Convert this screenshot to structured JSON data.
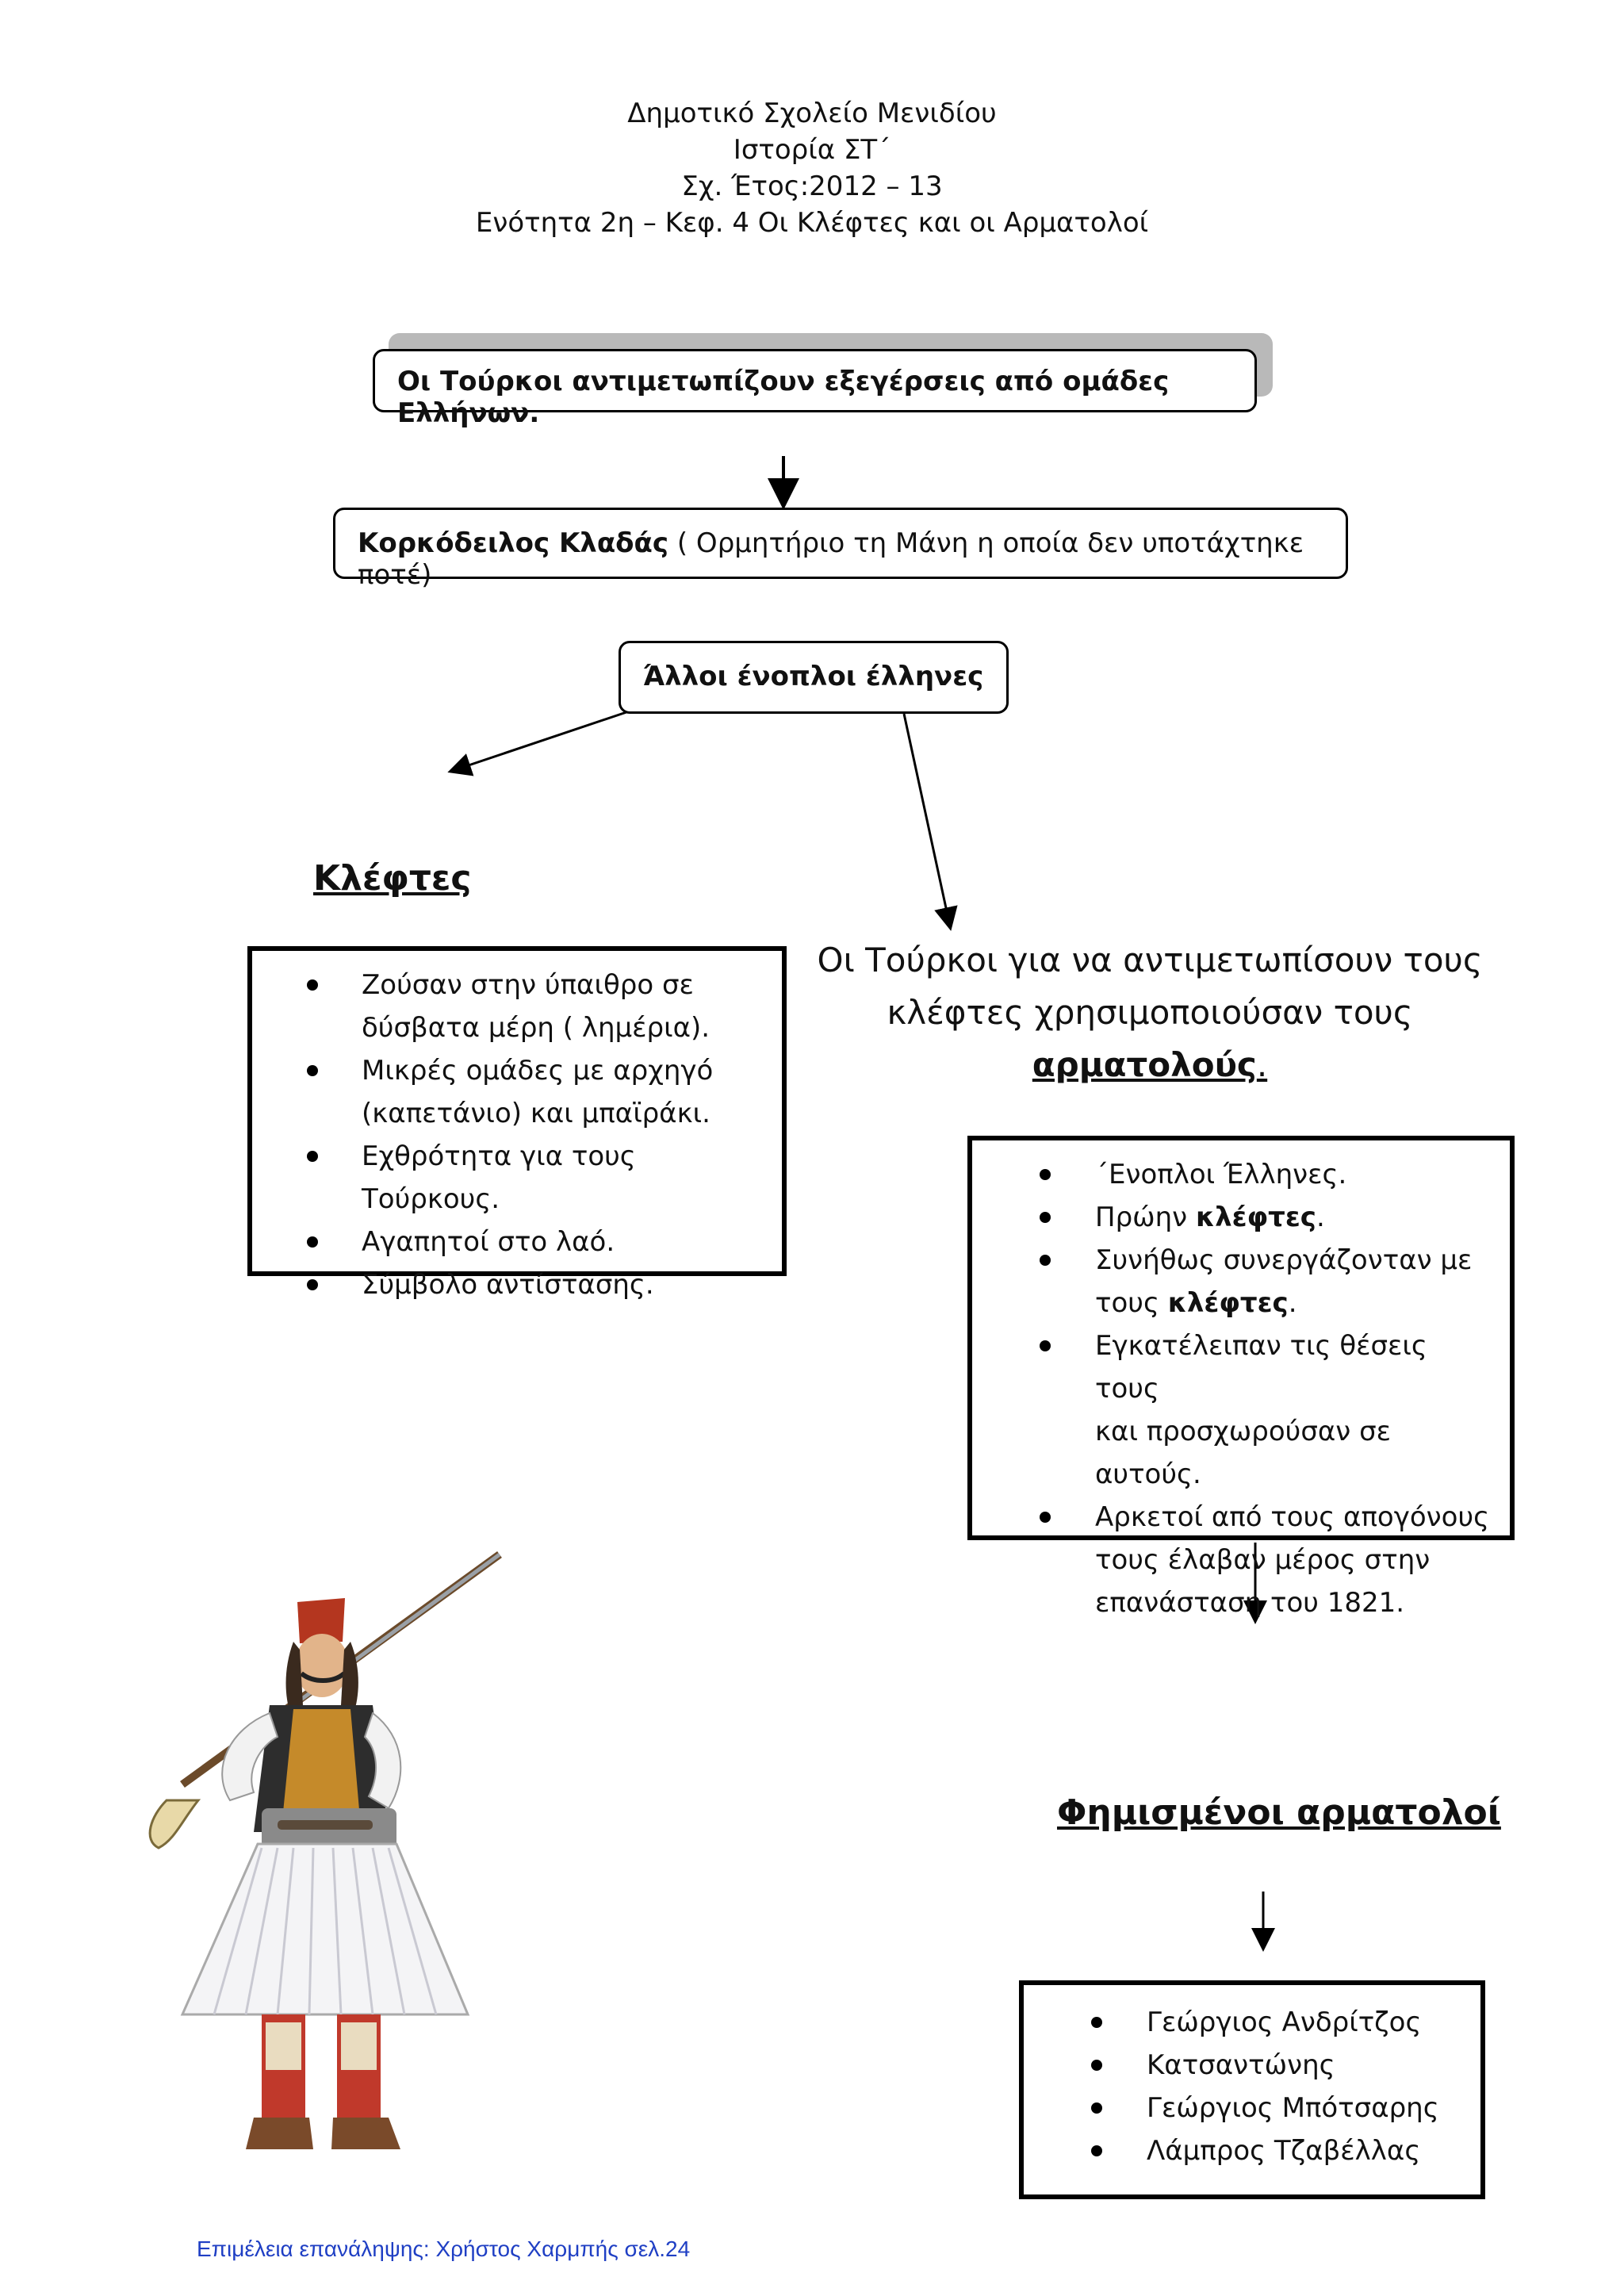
{
  "header": {
    "school": "Δημοτικό Σχολείο Μενιδίου",
    "subject": "Ιστορία ΣΤ΄",
    "year": "Σχ. Έτος:2012 – 13",
    "unit": "Ενότητα 2η – Κεφ. 4 Οι Κλέφτες και οι Αρματολοί"
  },
  "box1": {
    "text": "Οι Τούρκοι αντιμετωπίζουν εξεγέρσεις από ομάδες Ελλήνων."
  },
  "box2": {
    "bold": "Κορκόδειλος Κλαδάς",
    "rest": " ( Ορμητήριο τη Μάνη η οποία δεν υποτάχτηκε ποτέ)"
  },
  "box3": {
    "text": "Άλλοι ένοπλοι έλληνες"
  },
  "klephtes": {
    "title": "Κλέφτες",
    "items": [
      [
        "Ζούσαν στην ύπαιθρο σε",
        "δύσβατα μέρη ( λημέρια)."
      ],
      [
        "Μικρές ομάδες με αρχηγό",
        "(καπετάνιο) και μπαϊράκι."
      ],
      [
        "Εχθρότητα για τους Τούρκους."
      ],
      [
        "Αγαπητοί στο λαό."
      ],
      [
        "Σύμβολο αντίστασης."
      ]
    ]
  },
  "armatoloi": {
    "intro_line1": "Οι Τούρκοι για να αντιμετωπίσουν τους",
    "intro_line2": "κλέφτες χρησιμοποιούσαν τους",
    "intro_word": "αρματολούς",
    "intro_end": ".",
    "items": {
      "i1": "΄Ενοπλοι Έλληνες.",
      "i2a": "Πρώην ",
      "i2b": "κλέφτες",
      "i2c": ".",
      "i3a": "Συνήθως συνεργάζονταν με",
      "i3b": "τους ",
      "i3c": "κλέφτες",
      "i3d": ".",
      "i4a": "Εγκατέλειπαν τις θέσεις τους",
      "i4b": "και προσχωρούσαν σε αυτούς.",
      "i5a": "Αρκετοί από τους απογόνους",
      "i5b": "τους έλαβαν μέρος στην",
      "i5c": "επανάσταση του 1821."
    }
  },
  "famous": {
    "title": "Φημισμένοι αρματολοί",
    "names": [
      "Γεώργιος Ανδρίτζος",
      "Κατσαντώνης",
      "Γεώργιος Μπότσαρης",
      "Λάμπρος Τζαβέλλας"
    ]
  },
  "footer": {
    "text": "Επιμέλεια επανάληψης: Χρήστος Χαρμπής σελ.24"
  }
}
